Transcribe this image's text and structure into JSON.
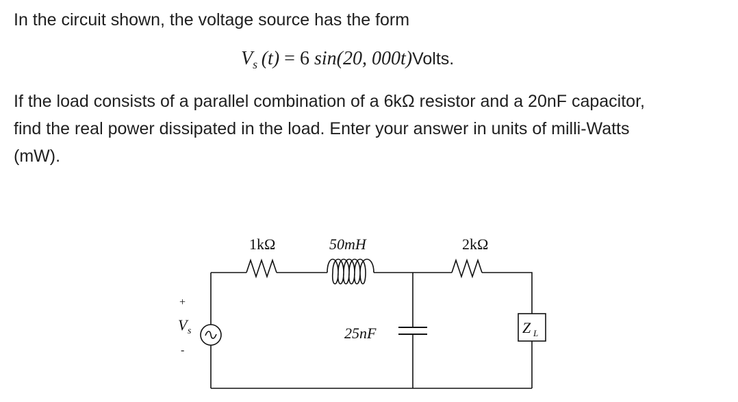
{
  "intro": "In the circuit shown, the voltage source has the form",
  "equation": {
    "lhs_var": "V",
    "lhs_sub": "s",
    "lhs_arg": "(t)",
    "equals": "=",
    "rhs_coef": "6",
    "rhs_func": "sin",
    "rhs_arg": "(20, 000t)",
    "unit": "Volts."
  },
  "body_lines": [
    "If the load consists of a parallel combination of a 6kΩ resistor and a 20nF capacitor,",
    "find the real power dissipated in the load.  Enter your answer in units of milli-Watts",
    "(mW)."
  ],
  "circuit": {
    "r1_label": "1kΩ",
    "l_label": "50mH",
    "r2_label": "2kΩ",
    "c_label": "25nF",
    "load_label": "Z",
    "load_sub": "L",
    "source_label": "V",
    "source_sub": "s",
    "plus": "+",
    "minus": "-"
  }
}
